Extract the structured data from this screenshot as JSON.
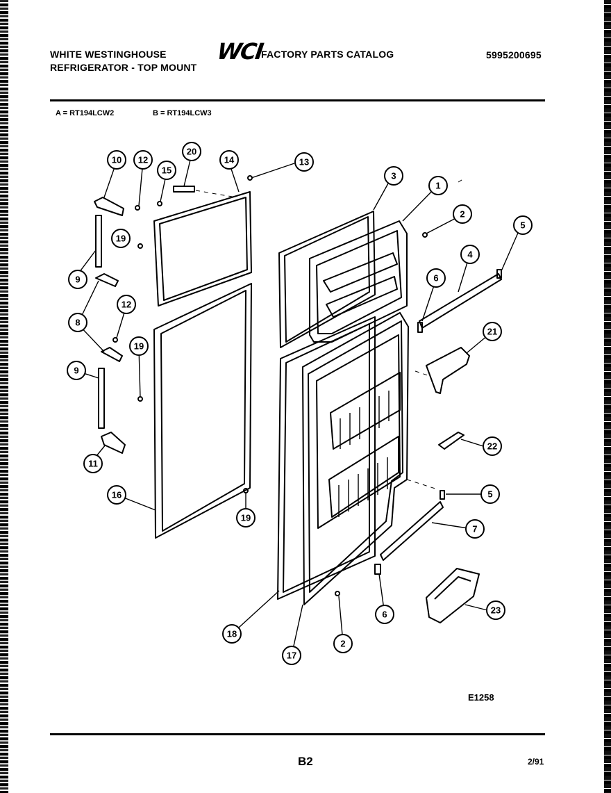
{
  "header": {
    "brand_line1": "WHITE WESTINGHOUSE",
    "brand_line2": "REFRIGERATOR - TOP MOUNT",
    "logo": "WCI",
    "catalog_title": "FACTORY PARTS CATALOG",
    "doc_number": "5995200695"
  },
  "models": {
    "a": "A = RT194LCW2",
    "b": "B = RT194LCW3"
  },
  "callouts": [
    "10",
    "12",
    "20",
    "14",
    "13",
    "15",
    "19",
    "9",
    "8",
    "12",
    "19",
    "9",
    "11",
    "16",
    "19",
    "3",
    "1",
    "2",
    "5",
    "4",
    "6",
    "21",
    "22",
    "5",
    "7",
    "6",
    "23",
    "18",
    "17",
    "2"
  ],
  "illustration_id": "E1258",
  "page_number": "B2",
  "revision": "2/91",
  "colors": {
    "ink": "#000000",
    "paper": "#ffffff"
  }
}
